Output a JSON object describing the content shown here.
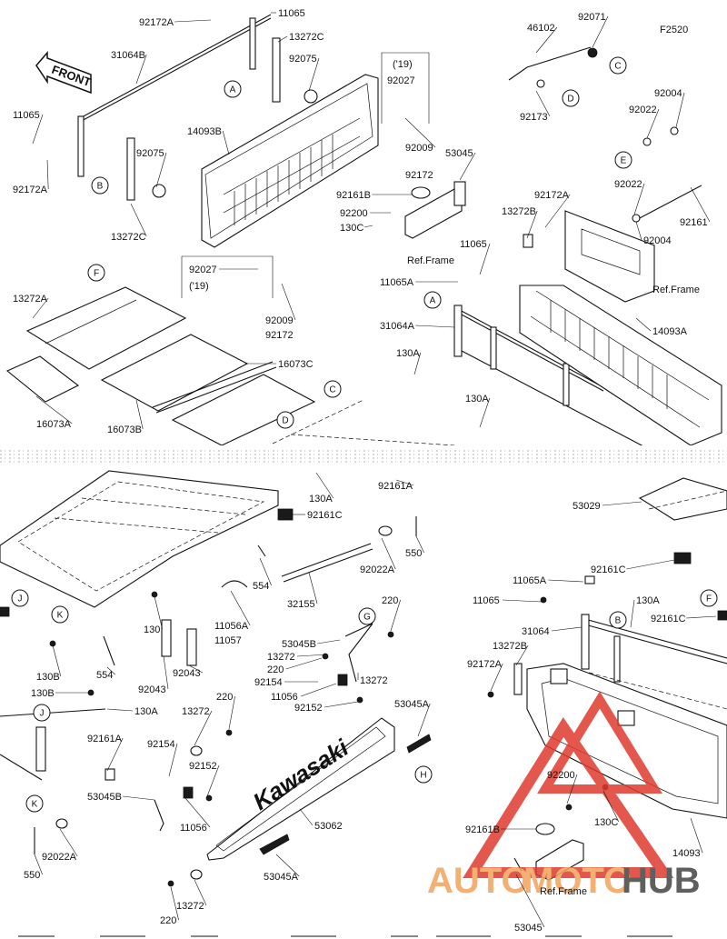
{
  "figure_code": "F2520",
  "front_label": "FRONT",
  "tailgate_brand": "Kawasaki",
  "ref_frame_label": "Ref.Frame",
  "year_label": "('19)",
  "callouts": [
    "A",
    "B",
    "C",
    "D",
    "E",
    "F",
    "G",
    "H",
    "J",
    "K"
  ],
  "watermark": {
    "text_auto": "AUTO",
    "text_moto": "MOTO",
    "text_hub": "HUB",
    "colors": {
      "auto": "#f2a35a",
      "moto": "#f2a35a",
      "hub": "#444444",
      "triangle": "#e03a2e"
    }
  },
  "part_numbers": [
    "92172A",
    "11065",
    "31064B",
    "13272C",
    "92075",
    "14093B",
    "92027",
    "92009",
    "92172",
    "53045",
    "92161B",
    "92200",
    "130C",
    "46102",
    "92071",
    "92173",
    "92004",
    "92022",
    "13272B",
    "92161",
    "11065A",
    "31064A",
    "14093A",
    "130A",
    "13272A",
    "16073C",
    "16073A",
    "16073B",
    "92161A",
    "53029",
    "92161C",
    "550",
    "92022A",
    "554",
    "32155",
    "130",
    "11056A",
    "11057",
    "92043",
    "130B",
    "220",
    "53045B",
    "13272",
    "92154",
    "11056",
    "92152",
    "53045A",
    "53062",
    "31064",
    "14093"
  ]
}
